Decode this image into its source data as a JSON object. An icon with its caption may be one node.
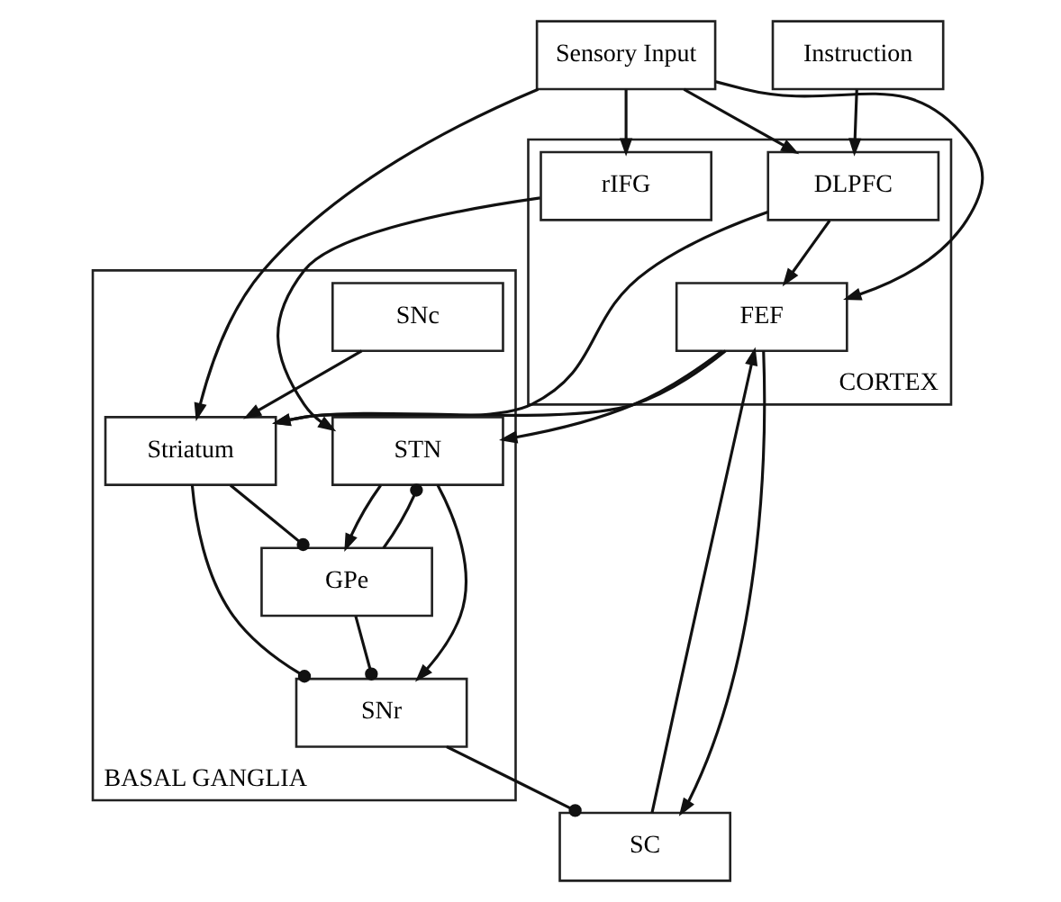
{
  "diagram": {
    "nodes": [
      {
        "text": [
          "Instruction"
        ]
      },
      {
        "text": [
          "Sensory Input"
        ]
      },
      {
        "text": [
          "CORTEX"
        ]
      },
      {
        "text": [
          "DLPFC"
        ],
        "in": 2
      },
      {
        "text": [
          "FEF"
        ],
        "in": 2
      },
      {
        "text": [
          "rIFG"
        ],
        "in": 2
      },
      {
        "text": [
          "BASAL GANGLIA"
        ]
      },
      {
        "text": [
          "Striatum"
        ],
        "in": 6
      },
      {
        "text": [
          "STN"
        ],
        "in": 6
      },
      {
        "text": [
          "GPe"
        ],
        "in": 6
      },
      {
        "text": [
          "SC"
        ]
      },
      {
        "text": [
          "SNc"
        ],
        "in": 6
      },
      {
        "text": [
          "SNr"
        ],
        "in": 6
      }
    ],
    "edges": [
      {
        "from": 0,
        "to": 3,
        "arrow": "to"
      },
      {
        "from": 1,
        "to": 3,
        "arrow": "to"
      },
      {
        "from": 1,
        "to": 7,
        "arrow": "to"
      },
      {
        "from": 1,
        "to": 4,
        "arrow": "to"
      },
      {
        "from": 1,
        "to": 5,
        "arrow": "to"
      },
      {
        "from": 3,
        "to": 4,
        "arrow": "to"
      },
      {
        "from": 3,
        "to": 7,
        "arrow": "to"
      },
      {
        "from": 4,
        "to": 7,
        "arrow": "to"
      },
      {
        "from": 4,
        "to": 8,
        "arrow": "to"
      },
      {
        "from": 5,
        "to": 8,
        "arrow": "to"
      },
      {
        "from": 4,
        "to": 10,
        "arrow": "to"
      },
      {
        "from": 10,
        "to": 4,
        "arrow": "to"
      },
      {
        "from": 7,
        "to": 9,
        "arrow": "other"
      },
      {
        "from": 7,
        "to": 12,
        "arrow": "other"
      },
      {
        "from": 9,
        "to": 8,
        "arrow": "other"
      },
      {
        "from": 8,
        "to": 9,
        "arrow": "to"
      },
      {
        "from": 8,
        "to": 12,
        "arrow": "to"
      },
      {
        "from": 9,
        "to": 12,
        "arrow": "other"
      },
      {
        "from": 11,
        "to": 7,
        "arrow": "to"
      },
      {
        "from": 12,
        "to": 10,
        "arrow": "other"
      }
    ]
  }
}
